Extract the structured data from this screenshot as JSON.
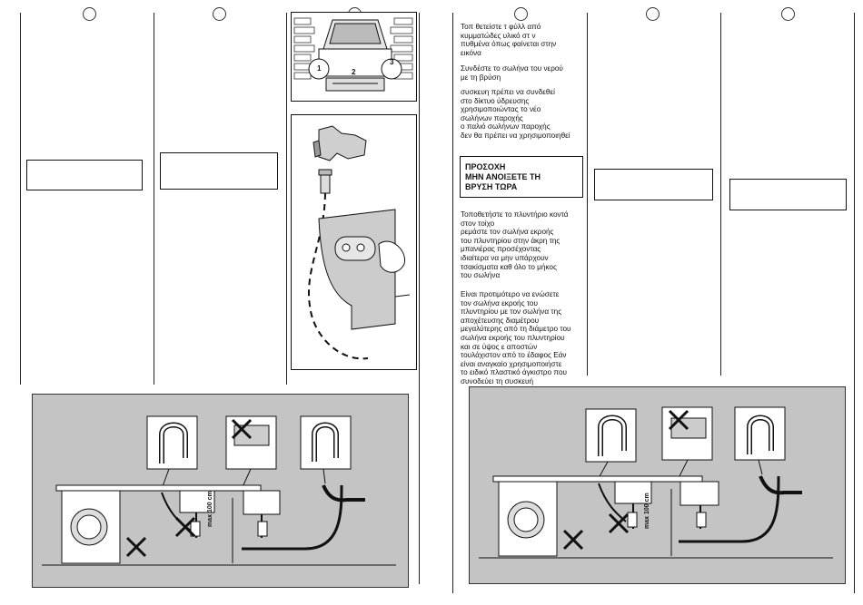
{
  "left_page": {
    "columns": [
      {
        "marker": ""
      },
      {
        "marker": ""
      },
      {
        "marker": ""
      }
    ]
  },
  "right_page": {
    "columns": [
      {
        "marker": ""
      },
      {
        "marker": ""
      },
      {
        "marker": ""
      }
    ],
    "instructions": {
      "p1": "Τοπ  θετείστε τ   φύλλ   από\n κυμματώδες υλικό  στ  ν\nπυθμένα  όπως φαίνεται στην\nεικόνα",
      "p2": "Συνδέστε το σωλήνα του νερού\nμε τη βρύση",
      "p3": "  συσκευη πρέπει να συνδεθεί\nστο δίκτυο ύδρευσης\nχρησιμοποιώντας το νέο\nσωλήνων παροχής\n ο παλιό      σωλήνων παροχής\nδεν θα πρέπει να χρησιμοποιηθεί",
      "warning": "ΠΡΟΣΟΧΗ\nΜΗΝ ΑΝΟΙΞΕΤΕ ΤΗ\nΒΡΥΣΗ ΤΩΡΑ",
      "p4": "Τοποθετήστε το πλυντήριο κοντά\nστον τοίχο\n  ρεμάστε τον σωλήνα εκροής\nτου πλυντηρίου στην άκρη της\nμπανιέρας  προσέχοντας\nιδιαίτερα να μην υπάρχουν\nτσακίσματα καθ  όλο το μήκος\nτου σωλήνα",
      "p5": "Είναι προτιμότερο να ενώσετε\nτον σωλήνα εκροής του\nπλυντηρίου με τον σωλήνα της\nαποχέτευσης  διαμέτρου\nμεγαλύτερης από τη διάμετρο του\nσωλήνα εκροής του πλυντηρίου\nκαι σε ύψος      ε  αποστών\nτουλάχιστον από το έδαφος  Εάν\nείναι αναγκαίο  χρησιμοποιήστε\nτο ειδικό πλαστικό άγκιστρο που\nσυνοδεύει τη συσκευή"
    }
  },
  "figures": {
    "transport_bolts_labels": [
      "1",
      "2",
      "3"
    ],
    "drain_height_label": "max 100 cm"
  },
  "colors": {
    "panel_bg": "#c4c4c4",
    "line": "#111111",
    "page_bg": "#ffffff"
  }
}
